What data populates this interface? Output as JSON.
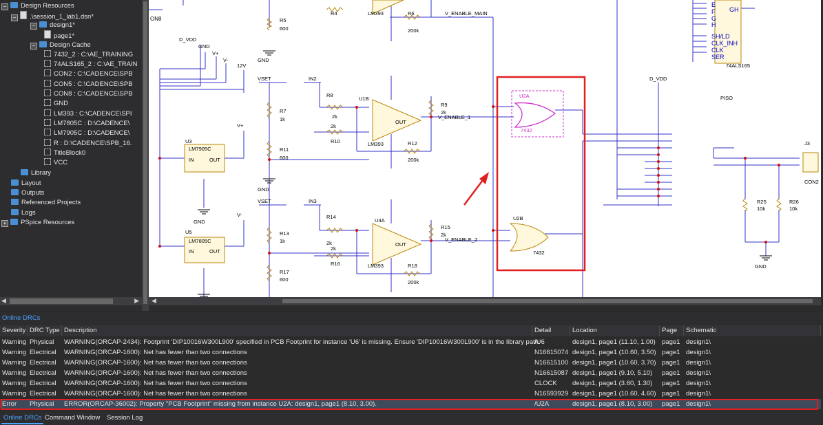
{
  "tree": {
    "items": [
      {
        "label": "Design Resources",
        "icon": "folder-icon"
      },
      {
        "label": ".\\session_1_lab1.dsn*",
        "icon": "file-icon"
      },
      {
        "label": "design1*",
        "icon": "folder-icon"
      },
      {
        "label": "page1*",
        "icon": "page-icon"
      },
      {
        "label": "Design Cache",
        "icon": "folder-icon"
      },
      {
        "label": "7432_2 : C:\\AE_TRAINING",
        "icon": "part-icon"
      },
      {
        "label": "74ALS165_2 : C:\\AE_TRAIN",
        "icon": "part-icon"
      },
      {
        "label": "CON2 : C:\\CADENCE\\SPB",
        "icon": "part-icon"
      },
      {
        "label": "CON5 : C:\\CADENCE\\SPB",
        "icon": "part-icon"
      },
      {
        "label": "CON8 : C:\\CADENCE\\SPB",
        "icon": "part-icon"
      },
      {
        "label": "GND",
        "icon": "part-icon"
      },
      {
        "label": "LM393 : C:\\CADENCE\\SPI",
        "icon": "part-icon"
      },
      {
        "label": "LM7805C : D:\\CADENCE\\",
        "icon": "part-icon"
      },
      {
        "label": "LM7905C : D:\\CADENCE\\",
        "icon": "part-icon"
      },
      {
        "label": "R : D:\\CADENCE\\SPB_16.",
        "icon": "part-icon"
      },
      {
        "label": "TitleBlock0",
        "icon": "part-icon"
      },
      {
        "label": "VCC",
        "icon": "part-icon"
      },
      {
        "label": "Library",
        "icon": "folder-icon"
      },
      {
        "label": "Layout",
        "icon": "folder-icon"
      },
      {
        "label": "Outputs",
        "icon": "folder-icon"
      },
      {
        "label": "Referenced Projects",
        "icon": "folder-icon"
      },
      {
        "label": "Logs",
        "icon": "folder-icon"
      },
      {
        "label": "PSpice Resources",
        "icon": "folder-icon"
      }
    ]
  },
  "schematic": {
    "labels": {
      "v_enable_main": "V_ENABLE_MAIN",
      "v_enable_1": "V_ENABLE_1",
      "v_enable_2": "V_ENABLE_2",
      "d_vdd": "D_VDD",
      "gnd": "GND",
      "vplus": "V+",
      "vminus": "V-",
      "v12": "12V",
      "vset": "VSET",
      "in2": "IN2",
      "in3": "IN3",
      "piso": "PISO",
      "con2": "CON2",
      "j3": "J3",
      "u3": "U3",
      "u5": "U5",
      "lm7905c": "LM7905C",
      "lm7805c": "LM7805C",
      "in": "IN",
      "out": "OUT",
      "gnd_pin": "GND",
      "u1b": "U1B",
      "u4a": "U4A",
      "lm393": "LM393",
      "u2a": "U2A",
      "u2b": "U2B",
      "p7432": "7432",
      "p74als165": "74ALS165",
      "con8": "ON8",
      "r4": "R4",
      "r5": "R5",
      "r6": "R6",
      "r7": "R7",
      "r8": "R8",
      "r9": "R9",
      "r10": "R10",
      "r11": "R11",
      "r12": "R12",
      "r13": "R13",
      "r14": "R14",
      "r15": "R15",
      "r16": "R16",
      "r17": "R17",
      "r18": "R18",
      "r25": "R25",
      "r26": "R26",
      "v600": "600",
      "v1k": "1k",
      "v2k": "2k",
      "v200k": "200k",
      "v10k": "10k",
      "e": "E",
      "f": "F",
      "g": "G",
      "h": "H",
      "gh": "GH",
      "sh_ld": "SH/LD",
      "clk_inh": "CLK_INH",
      "clk": "CLK",
      "ser": "SER"
    }
  },
  "panel": {
    "title": "Online DRCs"
  },
  "drc": {
    "columns": [
      "Severity",
      "DRC Type",
      "Description",
      "Detail",
      "Location",
      "Page",
      "Schematic"
    ],
    "rows": [
      [
        "Warning",
        "Physical",
        "WARNING(ORCAP-2434): Footprint 'DIP10016W300L900' specified in PCB Footprint for instance 'U6' is missing. Ensure 'DIP10016W300L900' is in the library path.",
        "/U6",
        "design1, page1  (11.10, 1.00)",
        "page1",
        "design1\\"
      ],
      [
        "Warning",
        "Electrical",
        "WARNING(ORCAP-1600): Net has fewer than two connections",
        "N16615074",
        "design1, page1  (10.60, 3.50)",
        "page1",
        "design1\\"
      ],
      [
        "Warning",
        "Electrical",
        "WARNING(ORCAP-1600): Net has fewer than two connections",
        "N16615100",
        "design1, page1  (10.60, 3.70)",
        "page1",
        "design1\\"
      ],
      [
        "Warning",
        "Electrical",
        "WARNING(ORCAP-1600): Net has fewer than two connections",
        "N16615087",
        "design1, page1  (9.10, 5.10)",
        "page1",
        "design1\\"
      ],
      [
        "Warning",
        "Electrical",
        "WARNING(ORCAP-1600): Net has fewer than two connections",
        "CLOCK",
        "design1, page1  (3.60, 1.30)",
        "page1",
        "design1\\"
      ],
      [
        "Warning",
        "Electrical",
        "WARNING(ORCAP-1600): Net has fewer than two connections",
        "N16593929",
        "design1, page1  (10.60, 4.60)",
        "page1",
        "design1\\"
      ],
      [
        "Error",
        "Physical",
        "ERROR(ORCAP-36002): Property \"PCB Footprint\" missing from instance U2A: design1, page1 (8.10, 3.00).",
        "/U2A",
        "design1, page1  (8.10, 3.00)",
        "page1",
        "design1\\"
      ]
    ]
  },
  "tabs": [
    "Online DRCs",
    "Command Window",
    "Session Log"
  ],
  "colors": {
    "highlight": "#e02020",
    "wire": "#3030c8",
    "part": "#b8860b",
    "selected": "#d030d0"
  }
}
